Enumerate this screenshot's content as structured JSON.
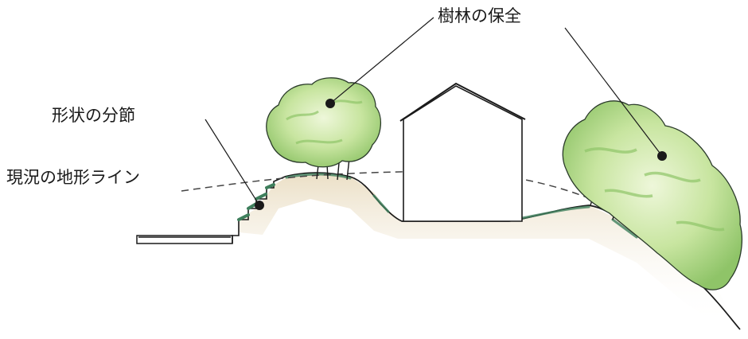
{
  "labels": {
    "forest_conservation": "樹林の保全",
    "terrain_division": "形状の分節",
    "existing_terrain_line": "現況の地形ライン"
  },
  "colors": {
    "ink": "#1a1a1a",
    "foliage_light": "#d6ecb4",
    "foliage_mid": "#a9d27c",
    "foliage_dark": "#6faa4c",
    "ground_tint": "#e9dcc0",
    "grass": "#3e7f5c"
  }
}
